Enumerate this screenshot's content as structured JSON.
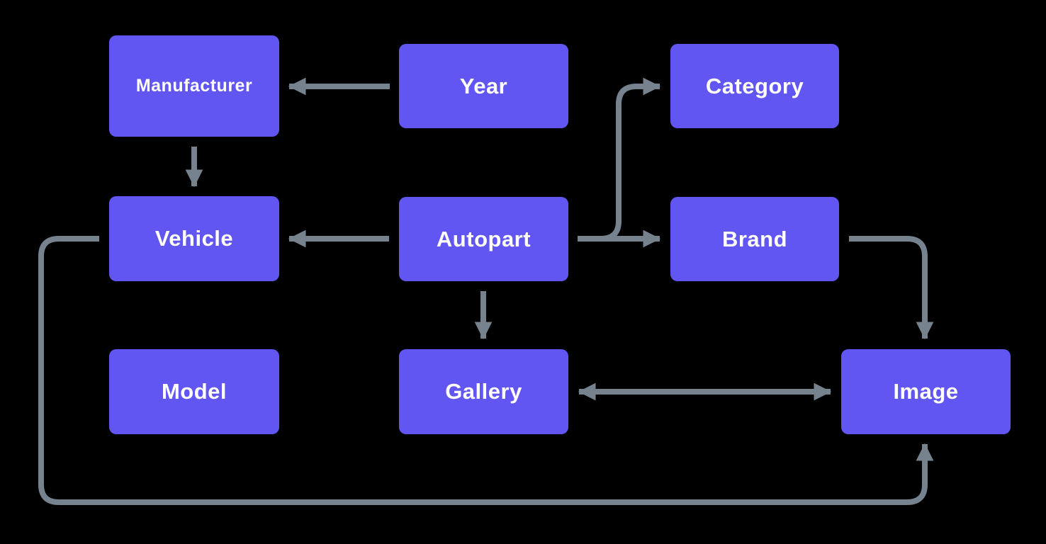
{
  "diagram": {
    "colors": {
      "background": "#000000",
      "node_fill": "#6156F2",
      "node_label": "#FFFFFF",
      "arrow": "#76838F"
    },
    "nodes": [
      {
        "id": "manufacturer",
        "label": "Manufacturer"
      },
      {
        "id": "year",
        "label": "Year"
      },
      {
        "id": "category",
        "label": "Category"
      },
      {
        "id": "vehicle",
        "label": "Vehicle"
      },
      {
        "id": "autopart",
        "label": "Autopart"
      },
      {
        "id": "brand",
        "label": "Brand"
      },
      {
        "id": "model",
        "label": "Model"
      },
      {
        "id": "gallery",
        "label": "Gallery"
      },
      {
        "id": "image",
        "label": "Image"
      }
    ],
    "edges": [
      {
        "from": "Year",
        "to": "Manufacturer",
        "arrow": "one-way"
      },
      {
        "from": "Manufacturer",
        "to": "Vehicle",
        "arrow": "one-way"
      },
      {
        "from": "Autopart",
        "to": "Vehicle",
        "arrow": "one-way"
      },
      {
        "from": "Autopart",
        "to": "Category",
        "arrow": "one-way"
      },
      {
        "from": "Autopart",
        "to": "Brand",
        "arrow": "one-way"
      },
      {
        "from": "Autopart",
        "to": "Gallery",
        "arrow": "one-way"
      },
      {
        "from": "Brand",
        "to": "Image",
        "arrow": "one-way"
      },
      {
        "from": "Gallery",
        "to": "Image",
        "arrow": "two-way"
      },
      {
        "from": "Vehicle",
        "to": "Image",
        "arrow": "one-way"
      }
    ]
  }
}
